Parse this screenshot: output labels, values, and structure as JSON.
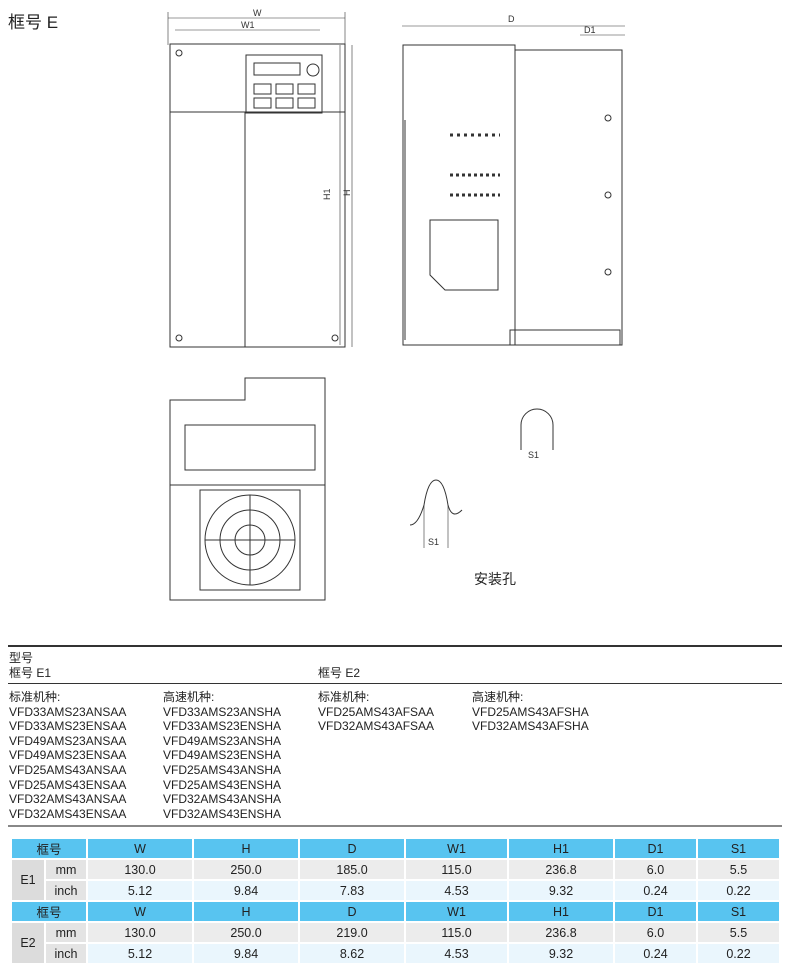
{
  "title": "框号 E",
  "drawing": {
    "dim_W": "W",
    "dim_W1": "W1",
    "dim_D": "D",
    "dim_D1": "D1",
    "dim_H": "H",
    "dim_H1": "H1",
    "dim_S1": "S1",
    "hole_label": "安装孔"
  },
  "models": {
    "heading": "型号",
    "e1": {
      "label": "框号 E1",
      "standard_label": "标准机种:",
      "standard": [
        "VFD33AMS23ANSAA",
        "VFD33AMS23ENSAA",
        "VFD49AMS23ANSAA",
        "VFD49AMS23ENSAA",
        "VFD25AMS43ANSAA",
        "VFD25AMS43ENSAA",
        "VFD32AMS43ANSAA",
        "VFD32AMS43ENSAA"
      ],
      "high_label": "高速机种:",
      "high": [
        "VFD33AMS23ANSHA",
        "VFD33AMS23ENSHA",
        "VFD49AMS23ANSHA",
        "VFD49AMS23ENSHA",
        "VFD25AMS43ANSHA",
        "VFD25AMS43ENSHA",
        "VFD32AMS43ANSHA",
        "VFD32AMS43ENSHA"
      ]
    },
    "e2": {
      "label": "框号 E2",
      "standard_label": "标准机种:",
      "standard": [
        "VFD25AMS43AFSAA",
        "VFD32AMS43AFSAA"
      ],
      "high_label": "高速机种:",
      "high": [
        "VFD25AMS43AFSHA",
        "VFD32AMS43AFSHA"
      ]
    }
  },
  "table": {
    "header": [
      "框号",
      "W",
      "H",
      "D",
      "W1",
      "H1",
      "D1",
      "S1"
    ],
    "frames": [
      {
        "frame": "E1",
        "rows": [
          {
            "unit": "mm",
            "values": [
              "130.0",
              "250.0",
              "185.0",
              "115.0",
              "236.8",
              "6.0",
              "5.5"
            ]
          },
          {
            "unit": "inch",
            "values": [
              "5.12",
              "9.84",
              "7.83",
              "4.53",
              "9.32",
              "0.24",
              "0.22"
            ]
          }
        ]
      },
      {
        "frame": "E2",
        "rows": [
          {
            "unit": "mm",
            "values": [
              "130.0",
              "250.0",
              "219.0",
              "115.0",
              "236.8",
              "6.0",
              "5.5"
            ]
          },
          {
            "unit": "inch",
            "values": [
              "5.12",
              "9.84",
              "8.62",
              "4.53",
              "9.32",
              "0.24",
              "0.22"
            ]
          }
        ]
      }
    ]
  },
  "colors": {
    "header": "#58c4f0"
  }
}
